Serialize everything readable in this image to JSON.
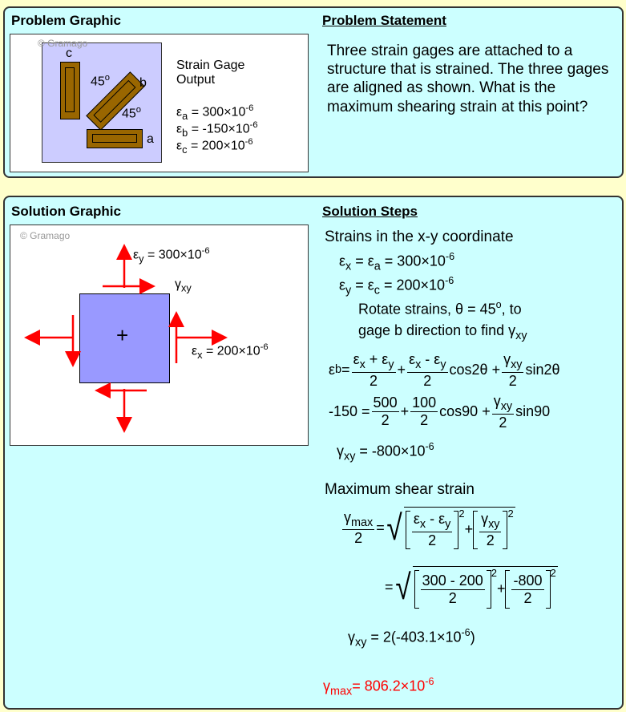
{
  "problem": {
    "graphic_heading": "Problem Graphic",
    "statement_heading": "Problem Statement",
    "statement": "Three strain gages are attached to a structure that is strained. The three gages are aligned as shown. What is the maximum shearing strain at this point?",
    "watermark": "© Gramago",
    "labels": {
      "a": "a",
      "b": "b",
      "c": "c",
      "angle1": "45",
      "angle2": "45",
      "deg": "o"
    },
    "output_title1": "Strain Gage",
    "output_title2": "Output",
    "eps": "ε",
    "sub_a": "a",
    "sub_b": "b",
    "sub_c": "c",
    "val_a": " = 300×10",
    "val_b": " = -150×10",
    "val_c": " = 200×10",
    "exp": "-6"
  },
  "solution": {
    "graphic_heading": "Solution Graphic",
    "steps_heading": "Solution Steps",
    "watermark": "© Gramago",
    "graphic": {
      "eps": "ε",
      "gamma": "γ",
      "y": "y",
      "x": "x",
      "xy": "xy",
      "ey_val": " = 300×10",
      "ex_val": " = 200×10",
      "exp": "-6",
      "plus": "+"
    },
    "steps": {
      "s1": "Strains in the x-y coordinate",
      "s2a": "ε",
      "s2b": "x",
      "s2c": " = ε",
      "s2d": "a",
      "s2e": " = 300×10",
      "exp": "-6",
      "s3a": "ε",
      "s3b": "y",
      "s3c": " = ε",
      "s3d": "c",
      "s3e": " = 200×10",
      "s4": "Rotate strains, θ = 45",
      "s4o": "o",
      "s4e": ", to",
      "s5": "gage b direction to find γ",
      "s5s": "xy",
      "e1": {
        "lhs": "ε",
        "lhs_sub": "b",
        "eq": " = ",
        "n1": "ε",
        "n1s": "x",
        "n1m": " + ε",
        "n1s2": "y",
        "d": "2",
        "plus": " + ",
        "n2": "ε",
        "n2s": "x",
        "n2m": " - ε",
        "n2s2": "y",
        "cos": " cos2θ + ",
        "n3": "γ",
        "n3s": "xy",
        "sin": " sin2θ"
      },
      "e2": {
        "lhs": "-150 =",
        "n1": "500",
        "d": "2",
        "plus": " + ",
        "n2": "100",
        "cos": " cos90 + ",
        "n3": "γ",
        "n3s": "xy",
        "sin": " sin90"
      },
      "e3": {
        "g": "γ",
        "s": "xy",
        "v": " = -800×10",
        "exp": "-6"
      },
      "s6": "Maximum shear strain",
      "e4": {
        "g": "γ",
        "s": "max",
        "d": "2",
        "eq": " = ",
        "n1": "ε",
        "n1s": "x",
        "n1m": " - ε",
        "n1s2": "y",
        "plus": "+",
        "n2": "γ",
        "n2s": "xy",
        "pow": "2"
      },
      "e5": {
        "eq": "= ",
        "n1": "300 - 200",
        "d": "2",
        "plus": "+",
        "n2": "-800",
        "pow": "2"
      },
      "e6": {
        "g": "γ",
        "s": "xy",
        "v": " = 2(-403.1×10",
        "exp": "-6",
        "close": ")"
      },
      "answer": {
        "g": "γ",
        "s": "max",
        "v": "= 806.2×10",
        "exp": "-6"
      }
    }
  },
  "colors": {
    "panel": "#ccffff",
    "background": "#ffffcc",
    "gage": "#996600",
    "arrow": "#ff0000",
    "element": "#9999ff"
  }
}
